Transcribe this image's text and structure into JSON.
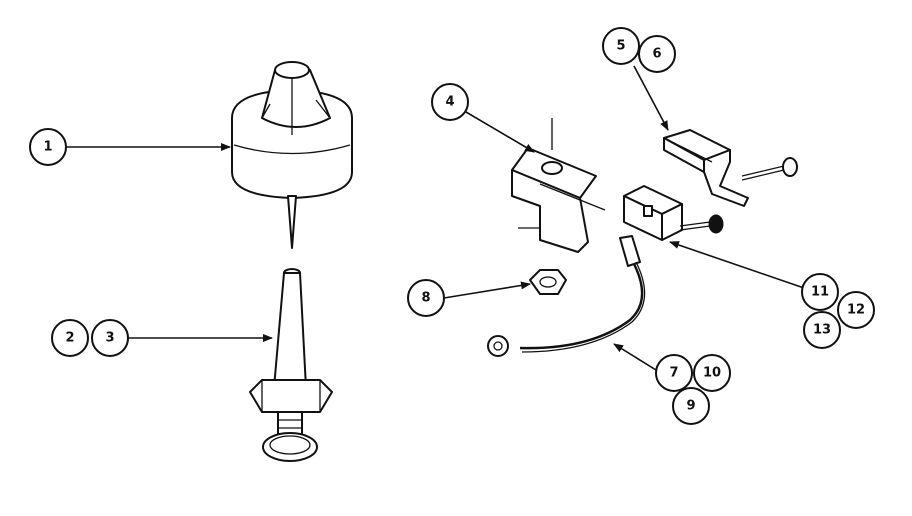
{
  "callouts": [
    {
      "id": "c1",
      "label": "1"
    },
    {
      "id": "c2",
      "label": "2"
    },
    {
      "id": "c3",
      "label": "3"
    },
    {
      "id": "c4",
      "label": "4"
    },
    {
      "id": "c5",
      "label": "5"
    },
    {
      "id": "c6",
      "label": "6"
    },
    {
      "id": "c7",
      "label": "7"
    },
    {
      "id": "c8",
      "label": "8"
    },
    {
      "id": "c9",
      "label": "9"
    },
    {
      "id": "c10",
      "label": "10"
    },
    {
      "id": "c11",
      "label": "11"
    },
    {
      "id": "c12",
      "label": "12"
    },
    {
      "id": "c13",
      "label": "13"
    }
  ],
  "colors": {
    "ink": "#111111",
    "paper": "#ffffff"
  }
}
